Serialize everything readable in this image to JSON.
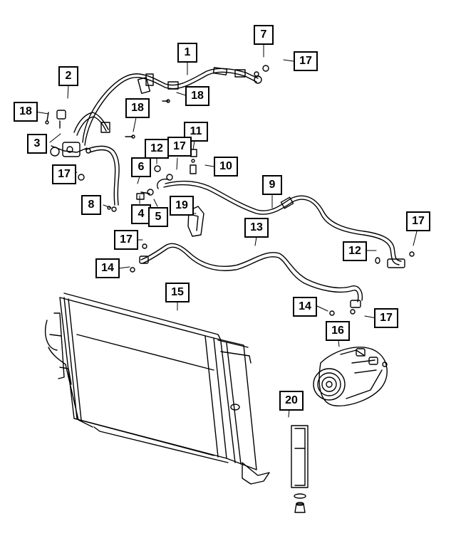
{
  "diagram": {
    "callouts": [
      {
        "id": "c1",
        "label": "1"
      },
      {
        "id": "c2",
        "label": "2"
      },
      {
        "id": "c3",
        "label": "3"
      },
      {
        "id": "c4",
        "label": "4"
      },
      {
        "id": "c5",
        "label": "5"
      },
      {
        "id": "c6",
        "label": "6"
      },
      {
        "id": "c7",
        "label": "7"
      },
      {
        "id": "c8",
        "label": "8"
      },
      {
        "id": "c9",
        "label": "9"
      },
      {
        "id": "c10",
        "label": "10"
      },
      {
        "id": "c11",
        "label": "11"
      },
      {
        "id": "c12a",
        "label": "12"
      },
      {
        "id": "c12b",
        "label": "12"
      },
      {
        "id": "c13",
        "label": "13"
      },
      {
        "id": "c14a",
        "label": "14"
      },
      {
        "id": "c14b",
        "label": "14"
      },
      {
        "id": "c15",
        "label": "15"
      },
      {
        "id": "c16",
        "label": "16"
      },
      {
        "id": "c17a",
        "label": "17"
      },
      {
        "id": "c17b",
        "label": "17"
      },
      {
        "id": "c17c",
        "label": "17"
      },
      {
        "id": "c17d",
        "label": "17"
      },
      {
        "id": "c17e",
        "label": "17"
      },
      {
        "id": "c17f",
        "label": "17"
      },
      {
        "id": "c18a",
        "label": "18"
      },
      {
        "id": "c18b",
        "label": "18"
      },
      {
        "id": "c18c",
        "label": "18"
      },
      {
        "id": "c19",
        "label": "19"
      },
      {
        "id": "c20",
        "label": "20"
      }
    ],
    "line_color": "#000000",
    "background": "#ffffff"
  }
}
